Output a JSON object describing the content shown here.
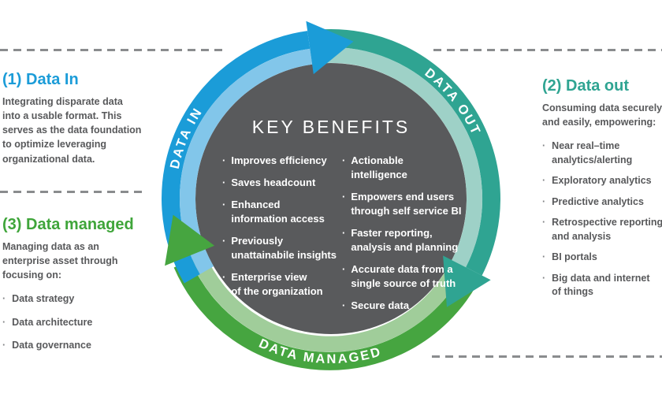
{
  "colors": {
    "blue": "#1B9CD8",
    "blue_light": "#82C6EA",
    "teal": "#2FA492",
    "teal_light": "#9ED1C7",
    "green": "#46A540",
    "green_light": "#A0CD9A",
    "circle_gray": "#595A5C",
    "text_gray": "#58595B",
    "dash_gray": "#8A8C8E",
    "heading_green": "#3FA53A"
  },
  "arcs": {
    "data_in_label": "DATA IN",
    "data_out_label": "DATA OUT",
    "data_managed_label": "DATA MANAGED"
  },
  "circle": {
    "title": "KEY BENEFITS",
    "left_benefits": [
      "Improves efficiency",
      "Saves headcount",
      "Enhanced\ninformation access",
      "Previously\nunattainabile insights",
      "Enterprise view\nof the organization"
    ],
    "right_benefits": [
      "Actionable intelligence",
      "Empowers end users\nthrough self service BI",
      "Faster reporting,\nanalysis and planning",
      "Accurate data from a\nsingle source of truth",
      "Secure data"
    ]
  },
  "panels": {
    "data_in": {
      "heading": "(1) Data In",
      "body": "Integrating disparate data\ninto a usable format. This\nserves as the data foundation\nto optimize leveraging\norganizational data."
    },
    "data_out": {
      "heading": "(2) Data out",
      "intro": "Consuming data securely\nand easily, empowering:",
      "bullets": [
        "Near real–time\nanalytics/alerting",
        "Exploratory analytics",
        "Predictive analytics",
        "Retrospective reporting\nand analysis",
        "BI portals",
        "Big data and internet\nof things"
      ]
    },
    "data_managed": {
      "heading": "(3) Data managed",
      "intro": "Managing data as an\nenterprise asset through\nfocusing on:",
      "bullets": [
        "Data strategy",
        "Data architecture",
        "Data governance"
      ]
    }
  }
}
